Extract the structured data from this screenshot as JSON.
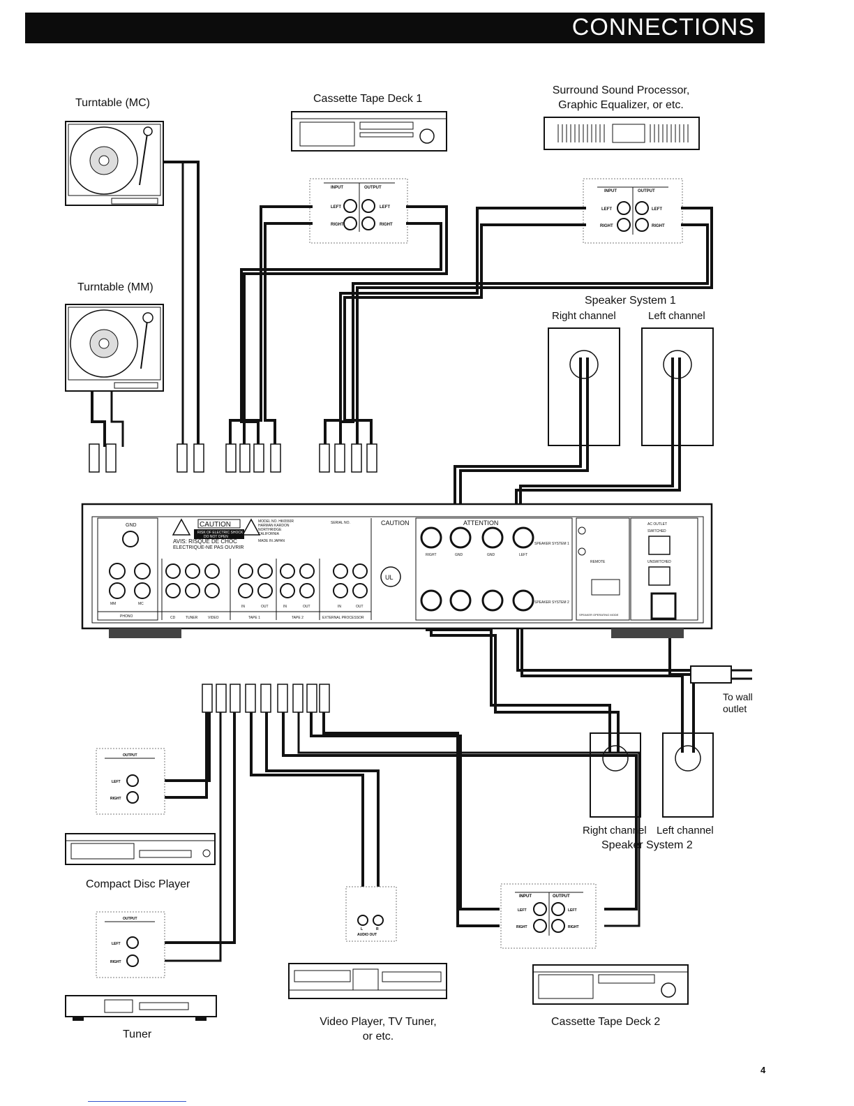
{
  "header": {
    "title": "CONNECTIONS"
  },
  "devices": {
    "turntable_mc": "Turntable (MC)",
    "turntable_mm": "Turntable (MM)",
    "cassette_deck_1": "Cassette Tape Deck 1",
    "surround_processor_line1": "Surround Sound Processor,",
    "surround_processor_line2": "Graphic Equalizer, or etc.",
    "speaker_system_1": "Speaker System 1",
    "speaker_system_2": "Speaker System 2",
    "right_channel": "Right channel",
    "left_channel": "Left channel",
    "cd_player": "Compact Disc Player",
    "tuner": "Tuner",
    "video_player_line1": "Video Player, TV Tuner,",
    "video_player_line2": "or etc.",
    "cassette_deck_2": "Cassette Tape Deck 2",
    "wall_outlet_line1": "To wall",
    "wall_outlet_line2": "outlet"
  },
  "jacks": {
    "input": "INPUT",
    "output": "OUTPUT",
    "left": "LEFT",
    "right": "RIGHT",
    "audio_out": "AUDIO OUT",
    "l": "L",
    "r": "R"
  },
  "receiver_panel": {
    "caution": "CAUTION",
    "shock_1": "RISK OF ELECTRIC SHOCK",
    "shock_2": "DO NOT OPEN",
    "avis_1": "AVIS: RISQUE DE CHOC",
    "avis_2": "ELECTRIQUE-NE PAS OUVRIR",
    "model_1": "MODEL NO. HK6550R",
    "model_2": "HARMAN KARDON",
    "model_3": "NORTHRIDGE",
    "model_4": "CALIFORNIA",
    "made_in": "MADE IN JAPAN",
    "serial": "SERIAL NO.",
    "caution_speaker": "CAUTION",
    "attention": "ATTENTION",
    "gnd": "GND",
    "phono": "PHONO",
    "mm": "MM",
    "mc": "MC",
    "cd": "CD",
    "tuner": "TUNER",
    "video": "VIDEO",
    "tape1": "TAPE 1",
    "tape2": "TAPE 2",
    "ext_proc": "EXTERNAL PROCESSOR",
    "in": "IN",
    "out": "OUT",
    "right": "RIGHT",
    "left": "LEFT",
    "speaker_sys_1": "SPEAKER SYSTEM 1",
    "speaker_sys_2": "SPEAKER SYSTEM 2",
    "remote": "REMOTE",
    "ac_outlet": "AC OUTLET",
    "switched": "SWITCHED",
    "unswitched": "UNSWITCHED",
    "speaker_mode": "SPEAKER OPERATING MODE",
    "ul": "UL"
  },
  "page": {
    "number": "4"
  }
}
